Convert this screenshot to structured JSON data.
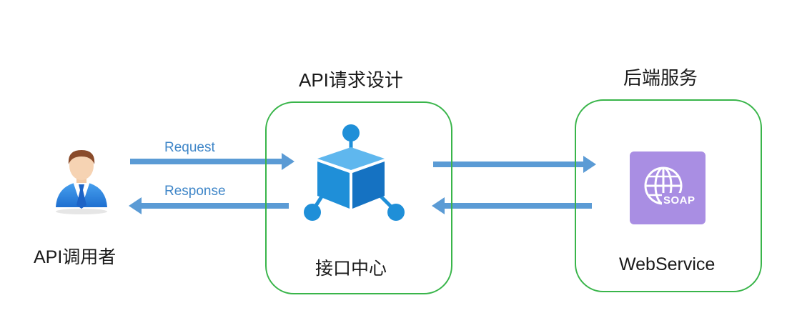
{
  "caller": {
    "label": "API调用者"
  },
  "gateway": {
    "title": "API请求设计",
    "label": "接口中心"
  },
  "backend": {
    "title": "后端服务",
    "label": "WebService",
    "badge": "SOAP"
  },
  "arrows": {
    "request": "Request",
    "response": "Response"
  },
  "colors": {
    "arrow": "#5b9bd5",
    "box_border": "#39b54a",
    "hub": "#1f8fd8",
    "soap_bg": "#a98ee3",
    "label_blue": "#3f86c8"
  }
}
